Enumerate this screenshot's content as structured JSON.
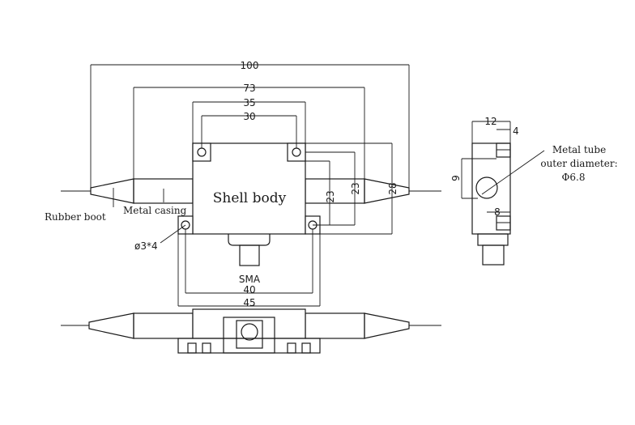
{
  "labels": {
    "shell_body": "Shell body",
    "rubber_boot": "Rubber boot",
    "metal_casing": "Metal casing",
    "hole": "ø3*4",
    "sma": "SMA",
    "metal_tube_1": "Metal tube",
    "metal_tube_2": "outer diameter:",
    "metal_tube_3": "Φ6.8"
  },
  "dimensions": {
    "d100": "100",
    "d73": "73",
    "d35": "35",
    "d30": "30",
    "d40": "40",
    "d45": "45",
    "d23a": "23",
    "d23b": "23",
    "d28": "28",
    "d12": "12",
    "d4": "4",
    "d9": "9",
    "d8": "8"
  }
}
